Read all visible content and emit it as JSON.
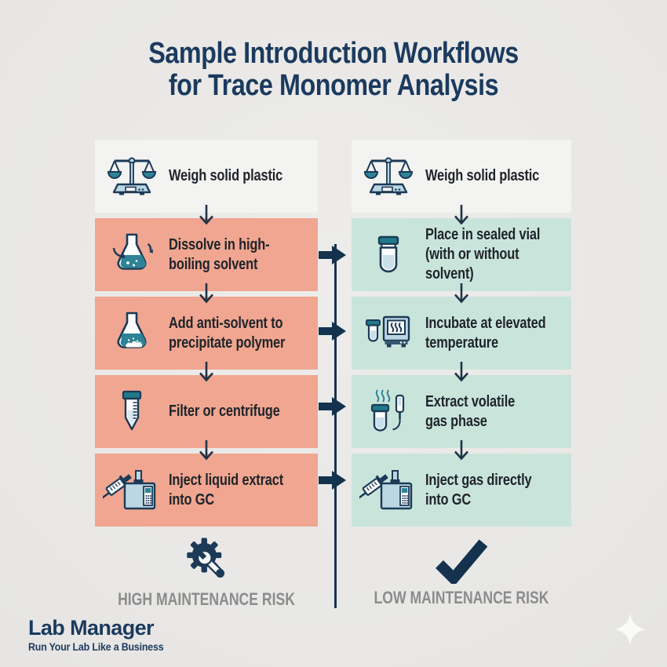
{
  "title": {
    "line1": "Sample Introduction Workflows",
    "line2": "for Trace Monomer Analysis"
  },
  "columns": [
    {
      "id": "solvent-extraction-workflow",
      "risk_label": "HIGH MAINTENANCE RISK",
      "risk_icon": "gear-wrench-icon",
      "steps": [
        {
          "label": "Weigh solid plastic",
          "icon": "balance-scale-icon"
        },
        {
          "label": "Dissolve in high-\nboiling solvent",
          "icon": "swirl-flask-icon"
        },
        {
          "label": "Add anti-solvent to\nprecipitate polymer",
          "icon": "precipitate-flask-icon"
        },
        {
          "label": "Filter or centrifuge",
          "icon": "centrifuge-tube-icon"
        },
        {
          "label": "Inject liquid extract\ninto GC",
          "icon": "syringe-gc-icon"
        }
      ]
    },
    {
      "id": "headspace-workflow",
      "risk_label": "LOW MAINTENANCE RISK",
      "risk_icon": "checkmark-icon",
      "steps": [
        {
          "label": "Weigh solid plastic",
          "icon": "balance-scale-icon"
        },
        {
          "label": "Place in sealed vial\n(with or without\nsolvent)",
          "icon": "sealed-vial-icon"
        },
        {
          "label": "Incubate at elevated\ntemperature",
          "icon": "vial-oven-icon"
        },
        {
          "label": "Extract volatile\ngas phase",
          "icon": "headspace-vial-probe-icon"
        },
        {
          "label": "Inject gas directly\ninto GC",
          "icon": "syringe-gc-icon"
        }
      ]
    }
  ],
  "connector": {
    "flow_arrow_icon": "right-block-arrow-icon",
    "flow_arrow_count": 4,
    "step_arrow_icon": "down-arrow-icon"
  },
  "footer": {
    "brand": "Lab Manager",
    "tagline": "Run Your Lab Like a Business"
  },
  "decorations": {
    "sparkle_icon": "four-point-sparkle-icon"
  },
  "colors": {
    "background": "#e7e6e4",
    "navy": "#1b3a5e",
    "connector_navy": "#14324e",
    "salmon": "#f0a690",
    "mint": "#c9e5db",
    "neutral_step": "#f3f3f1",
    "risk_label_gray": "#8c8c8c",
    "teal": "#2e8396",
    "light_blue": "#bcd7e4"
  }
}
